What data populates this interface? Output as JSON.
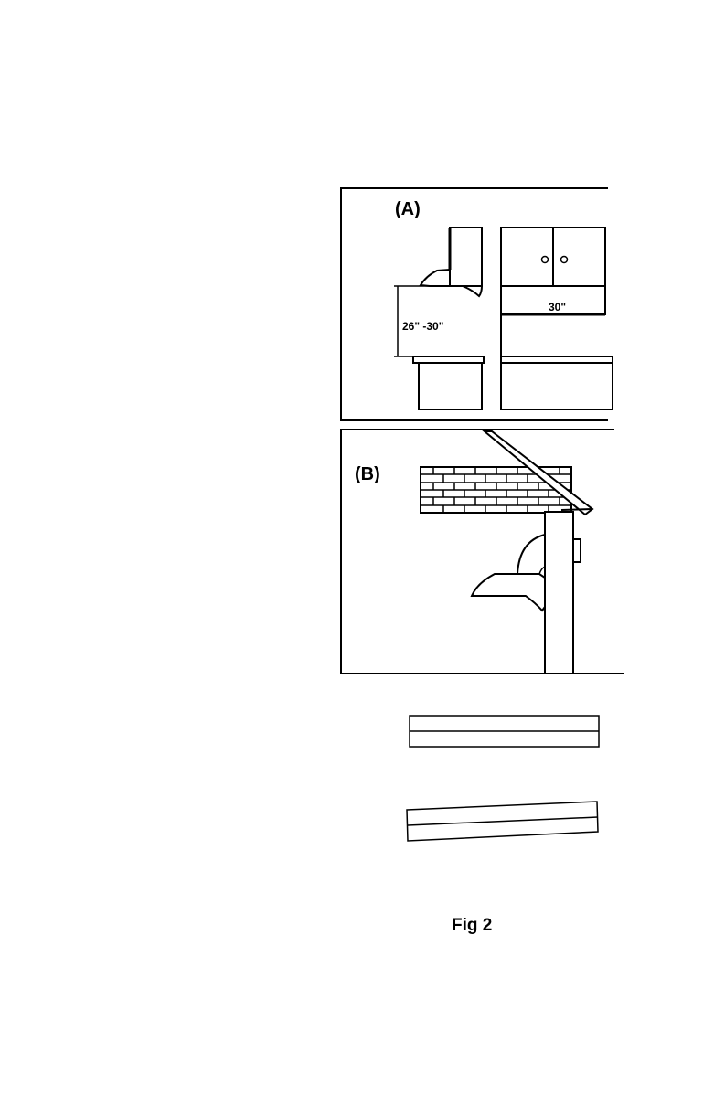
{
  "panel_a": {
    "label": "(A)",
    "hood_height_dim": "26\" -30\"",
    "cabinet_width_dim": "30\""
  },
  "panel_b": {
    "label": "(B)"
  },
  "caption": "Fig 2"
}
